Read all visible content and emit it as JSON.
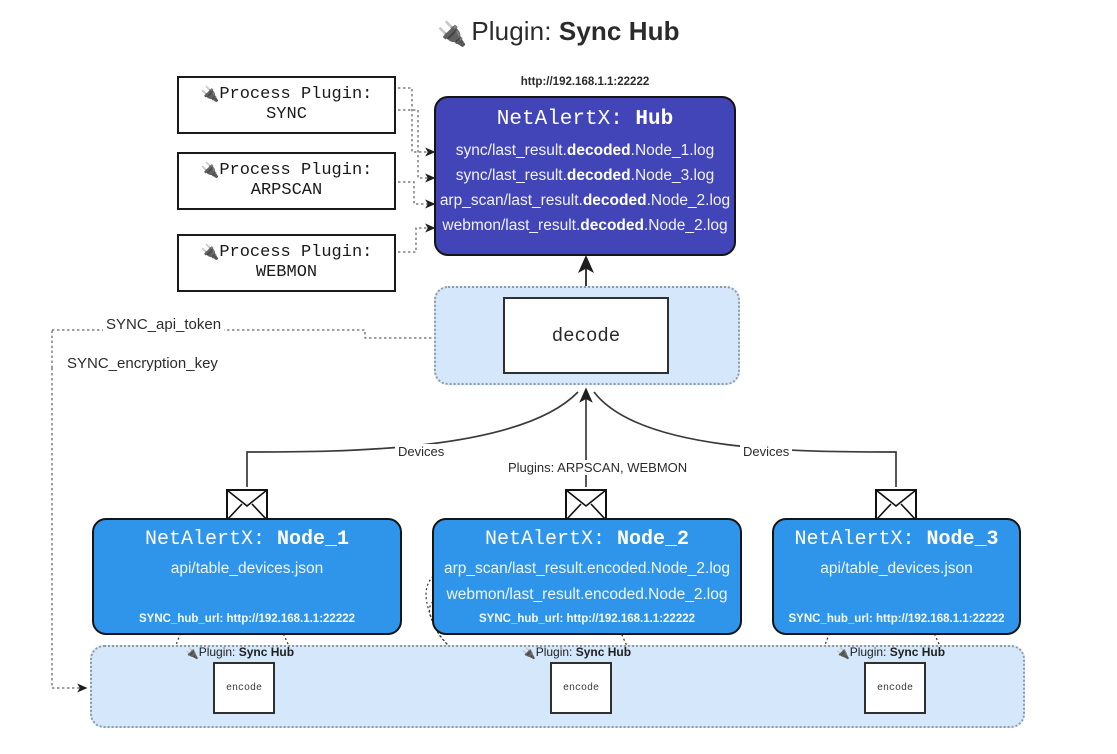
{
  "page": {
    "title_plug_icon": "plug-icon",
    "title_lead": "Plugin: ",
    "title_name": "Sync Hub"
  },
  "process_plugins": [
    {
      "icon": "plug-icon",
      "line1": "Process Plugin:",
      "line2": "SYNC"
    },
    {
      "icon": "plug-icon",
      "line1": "Process Plugin:",
      "line2": "ARPSCAN"
    },
    {
      "icon": "plug-icon",
      "line1": "Process Plugin:",
      "line2": "WEBMON"
    }
  ],
  "hub": {
    "url": "http://192.168.1.1:22222",
    "title_prefix": "NetAlertX: ",
    "title_name": "Hub",
    "logs": [
      {
        "pre": "sync/last_result.",
        "bold": "decoded",
        "post": ".Node_1.log"
      },
      {
        "pre": "sync/last_result.",
        "bold": "decoded",
        "post": ".Node_3.log"
      },
      {
        "pre": "arp_scan/last_result.",
        "bold": "decoded",
        "post": ".Node_2.log"
      },
      {
        "pre": "webmon/last_result.",
        "bold": "decoded",
        "post": ".Node_2.log"
      }
    ],
    "fill_color": "#4145b8"
  },
  "decode": {
    "label": "decode",
    "container_color": "#d5e7fa"
  },
  "settings_labels": {
    "api_token": "SYNC_api_token",
    "encryption_key": "SYNC_encryption_key"
  },
  "edge_labels": {
    "devices_left": "Devices",
    "devices_right": "Devices",
    "plugins_center": "Plugins: ARPSCAN, WEBMON"
  },
  "nodes": [
    {
      "envelope_icon": "envelope-icon",
      "title_prefix": "NetAlertX: ",
      "title_name": "Node_1",
      "lines": [
        "api/table_devices.json"
      ],
      "hub_url": "SYNC_hub_url: http://192.168.1.1:22222",
      "fill_color": "#2f95ea"
    },
    {
      "envelope_icon": "envelope-icon",
      "title_prefix": "NetAlertX: ",
      "title_name": "Node_2",
      "lines": [
        "arp_scan/last_result.encoded.Node_2.log",
        "webmon/last_result.encoded.Node_2.log"
      ],
      "hub_url": "SYNC_hub_url: http://192.168.1.1:22222",
      "fill_color": "#2f95ea"
    },
    {
      "envelope_icon": "envelope-icon",
      "title_prefix": "NetAlertX: ",
      "title_name": "Node_3",
      "lines": [
        "api/table_devices.json"
      ],
      "hub_url": "SYNC_hub_url: http://192.168.1.1:22222",
      "fill_color": "#2f95ea"
    }
  ],
  "sync_band": {
    "plugin_label_lead": "Plugin: ",
    "plugin_label_name": "Sync Hub",
    "plugin_icon": "plug-icon",
    "encode_label": "encode",
    "container_color": "#d5e7fa"
  }
}
